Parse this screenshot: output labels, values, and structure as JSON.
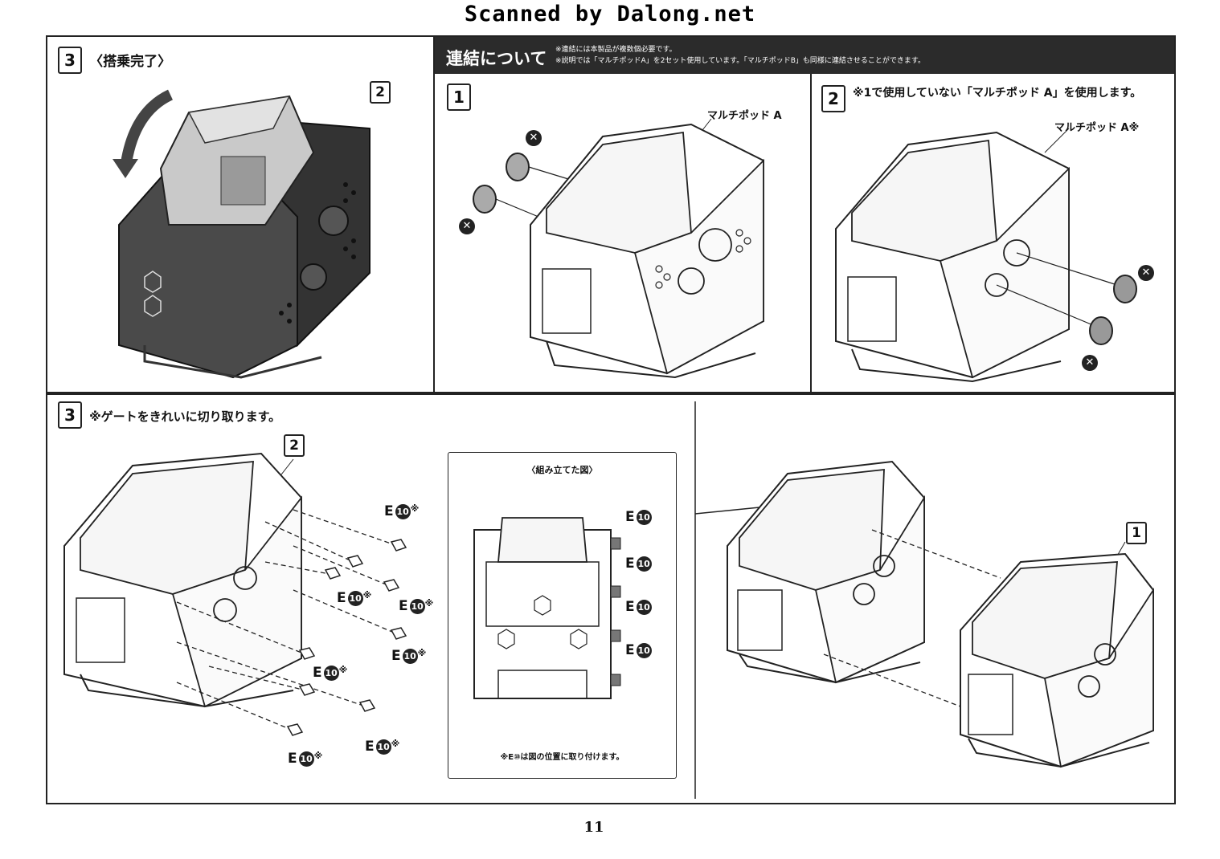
{
  "watermark": "Scanned by Dalong.net",
  "page_number": "11",
  "step3_boarding": {
    "number": "3",
    "title": "〈搭乗完了〉",
    "callout": "2"
  },
  "connection": {
    "title": "連結について",
    "note1": "※連結には本製品が複数個必要です。",
    "note2": "※説明では「マルチポッドA」を2セット使用しています。「マルチポッドB」も同様に連結させることができます。",
    "panel1": {
      "number": "1",
      "label": "マルチポッド A"
    },
    "panel2": {
      "number": "2",
      "instruction": "※1で使用していない「マルチポッド A」を使用します。",
      "label": "マルチポッド A※"
    }
  },
  "step3_gate": {
    "number": "3",
    "title": "※ゲートをきれいに切り取ります。",
    "callout_left": "2",
    "callout_right": "1",
    "part_letter": "E",
    "part_number": "10",
    "part_mark": "※",
    "inset_title": "〈組み立てた図〉",
    "inset_note": "※E⑩は図の位置に取り付けます。"
  }
}
